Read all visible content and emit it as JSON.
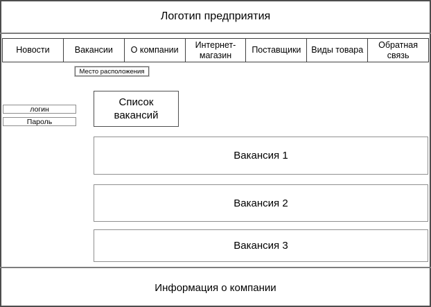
{
  "header": {
    "logo_label": "Логотип предприятия"
  },
  "nav": {
    "items": [
      "Новости",
      "Вакансии",
      "О компании",
      "Интернет-магазин",
      "Поставщики",
      "Виды товара",
      "Обратная связь"
    ]
  },
  "location": {
    "label": "Место расположения"
  },
  "auth": {
    "login_value": "логин",
    "password_value": "Пароль"
  },
  "vacancies": {
    "heading": "Список вакансий",
    "items": [
      "Вакансия 1",
      "Вакансия 2",
      "Вакансия 3"
    ]
  },
  "footer": {
    "label": "Информация о компании"
  },
  "colors": {
    "background": "#ffffff",
    "text": "#000000",
    "frame_border": "#4d4d4d",
    "section_divider": "#7d7d7d",
    "nav_border": "#3f3f3f",
    "light_border": "#8f8f8f"
  }
}
